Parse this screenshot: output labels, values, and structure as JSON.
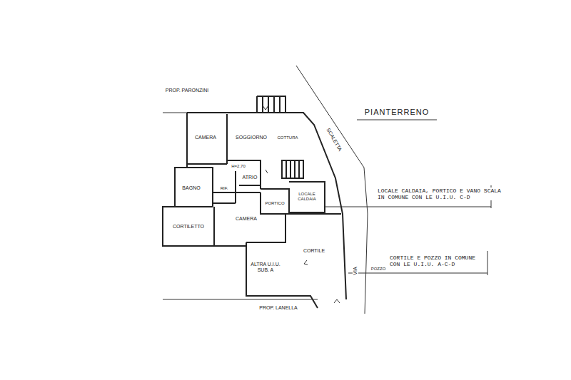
{
  "diagram": {
    "title": "PIANTERRENO",
    "labels": [
      "PROP. PARONZINI",
      "CAMERA",
      "SOGGIORNO",
      "COTTURA",
      "H=2,70",
      "ATRIO",
      "BAGNO",
      "RIF.",
      "SCALETTA",
      "LOCALE CALDAIA",
      "PORTICO",
      "CAMERA",
      "CORTILETTO",
      "ALTRA U.I.U. SUB. A",
      "CORTILE",
      "PROP. LANELLA",
      "VIA",
      "POZZO",
      "LOCALE CALDAIA, PORTICO E VANO SCALA IN COMUNE CON LE U.I.U. C-D",
      "CORTILE E POZZO IN COMUNE CON LE U.I.U. A-C-D"
    ]
  }
}
